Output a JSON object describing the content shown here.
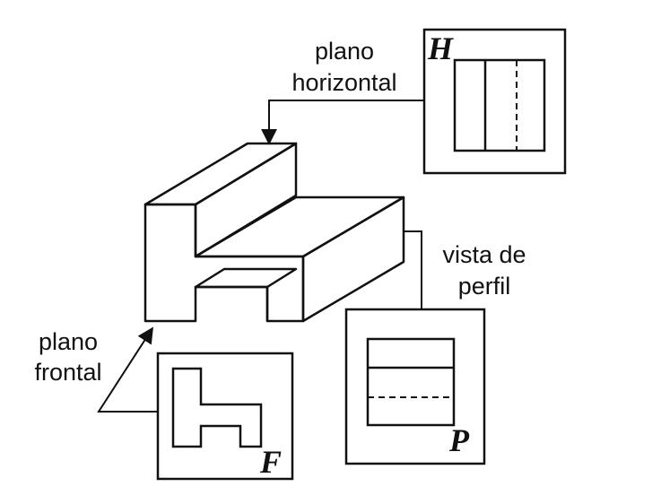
{
  "labels": {
    "horizontal_plane_line1": "plano",
    "horizontal_plane_line2": "horizontal",
    "profile_view_line1": "vista de",
    "profile_view_line2": "perfil",
    "frontal_plane_line1": "plano",
    "frontal_plane_line2": "frontal"
  },
  "view_letters": {
    "horizontal": "H",
    "profile": "P",
    "frontal": "F"
  },
  "colors": {
    "ink": "#111111",
    "background": "#ffffff",
    "front_face_shade": "#7e7e7e",
    "top_face_shade": "#c4c4c4",
    "side_face_shade": "#a6a6a6"
  }
}
